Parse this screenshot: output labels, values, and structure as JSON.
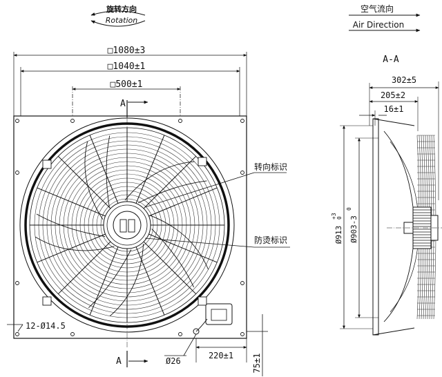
{
  "rotation": {
    "zh": "旋转方向",
    "en": "Rotation"
  },
  "air_direction": {
    "zh": "空气流向",
    "en": "Air Direction"
  },
  "front_view": {
    "dim_outer": "□1080±3",
    "dim_mid": "□1040±1",
    "dim_inner": "□500±1",
    "section_mark": "A",
    "hole_label": "12-Ø14.5",
    "hub_label": "Ø26",
    "offset_label": "220±1",
    "height_label": "75±1",
    "rotation_mark_label": "转向标识",
    "hot_mark_label": "防烫标识"
  },
  "side_view": {
    "title": "A-A",
    "depth_total": "302±5",
    "depth_mid": "205±2",
    "depth_small": "16±1",
    "diam_outer_base": "Ø913",
    "diam_outer_tol_top": "+3",
    "diam_outer_tol_bot": "0",
    "diam_inner": "Ø903-3",
    "diam_inner_tol": "0"
  }
}
